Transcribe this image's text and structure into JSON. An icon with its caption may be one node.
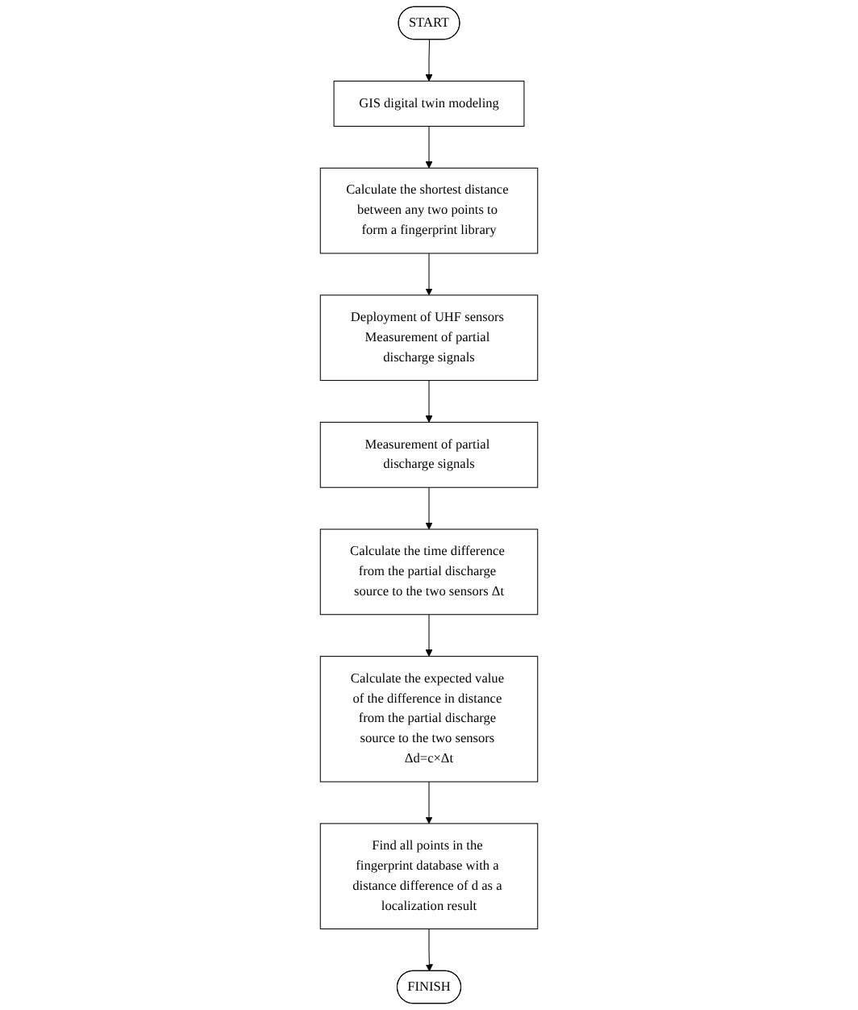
{
  "diagram": {
    "nodes": [
      {
        "text": [
          "START"
        ]
      },
      {
        "text": [
          "GIS digital twin modeling"
        ]
      },
      {
        "text": [
          "Calculate the shortest distance between any two points to form a fingerprint library"
        ]
      },
      {
        "text": [
          "Deployment of UHF sensors Measurement of partial discharge signals"
        ]
      },
      {
        "text": [
          "Measurement of partial discharge signals"
        ]
      },
      {
        "text": [
          "Calculate the time difference from the partial discharge source to the two sensors Δt"
        ]
      },
      {
        "text": [
          "Calculate the expected value of the difference in distance from the partial discharge source to the two sensors Δd=c×Δt"
        ]
      },
      {
        "text": [
          "Find all points in the fingerprint database with a distance difference of d as a localization result"
        ]
      },
      {
        "text": [
          "FINISH"
        ]
      }
    ],
    "edges": [
      {
        "from": 0,
        "to": 1,
        "arrow": "to"
      },
      {
        "from": 1,
        "to": 2,
        "arrow": "to"
      },
      {
        "from": 2,
        "to": 3,
        "arrow": "to"
      },
      {
        "from": 3,
        "to": 4,
        "arrow": "to"
      },
      {
        "from": 4,
        "to": 5,
        "arrow": "to"
      },
      {
        "from": 5,
        "to": 6,
        "arrow": "to"
      },
      {
        "from": 6,
        "to": 7,
        "arrow": "to"
      },
      {
        "from": 7,
        "to": 8,
        "arrow": "to"
      }
    ]
  }
}
